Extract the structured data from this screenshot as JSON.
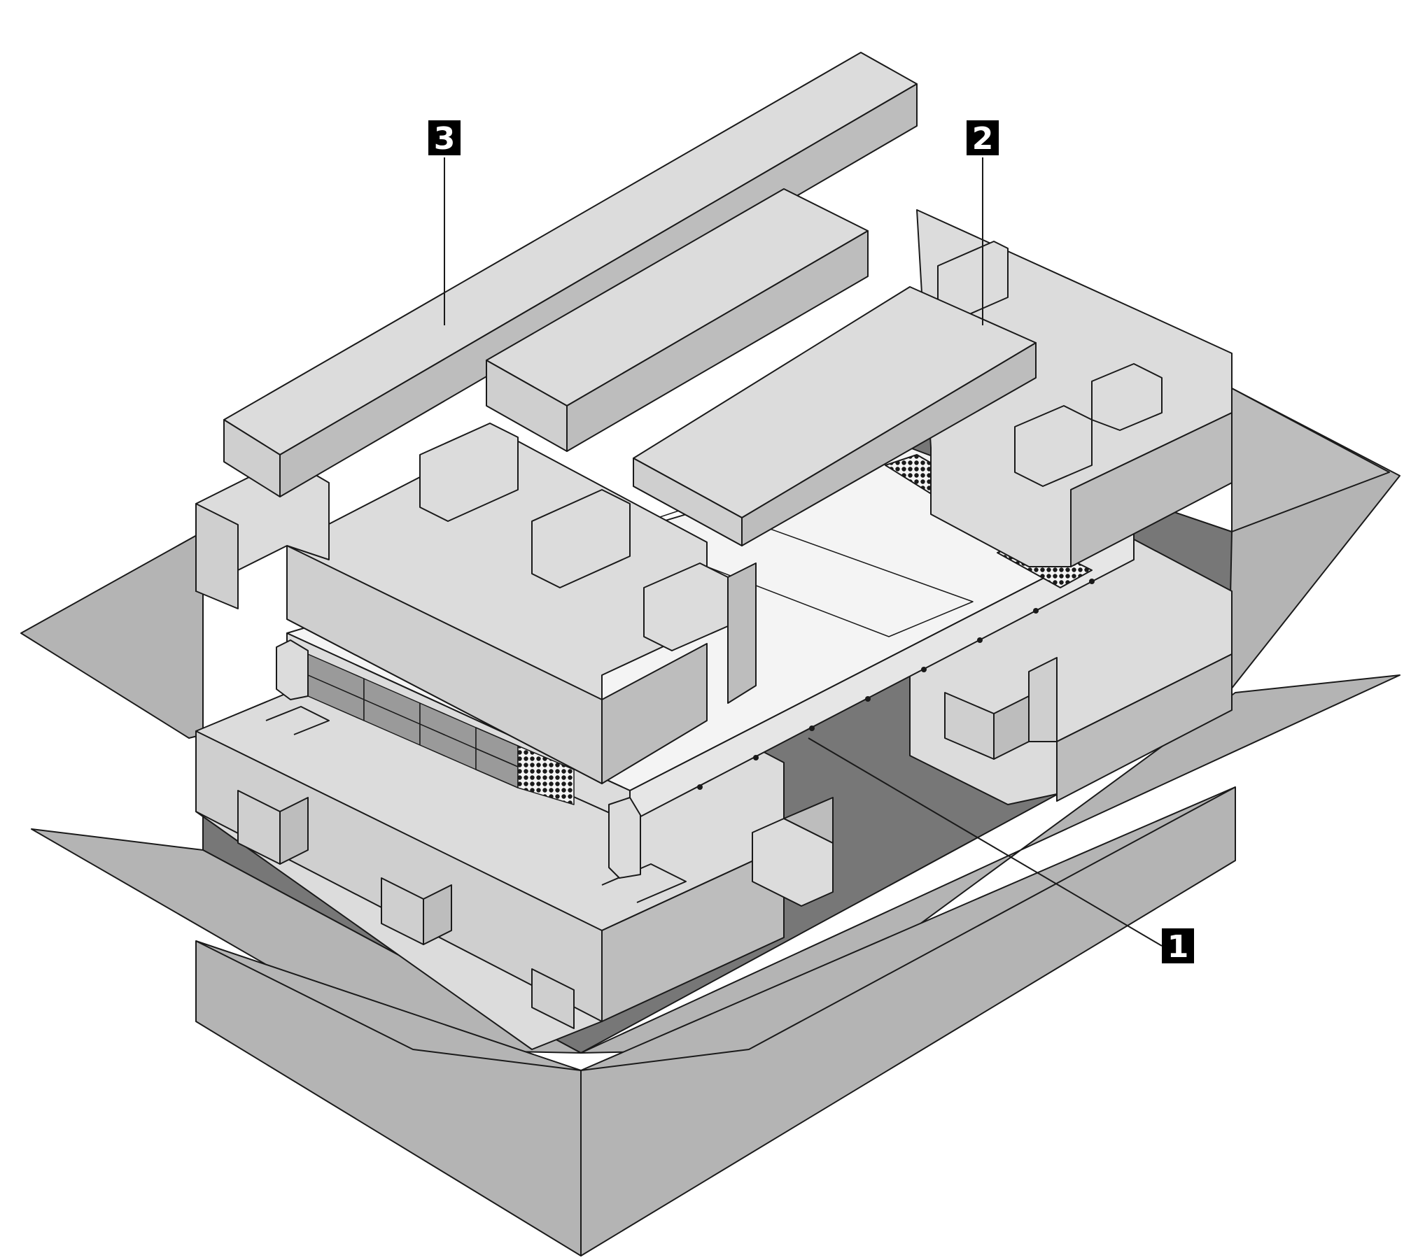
{
  "colors": {
    "background": "#ffffff",
    "outline": "#1a1a1a",
    "foam_light": "#dcdcdc",
    "foam_mid": "#cfcfcf",
    "foam_shadow": "#bdbdbd",
    "carton": "#b4b4b4",
    "carton_dark": "#8c8c8c",
    "carton_inner": "#777777",
    "server_top": "#f4f4f4",
    "callout_bg": "#000000",
    "callout_text": "#ffffff"
  },
  "callouts": [
    {
      "id": "1",
      "label": "1"
    },
    {
      "id": "2",
      "label": "2"
    },
    {
      "id": "3",
      "label": "3"
    }
  ]
}
